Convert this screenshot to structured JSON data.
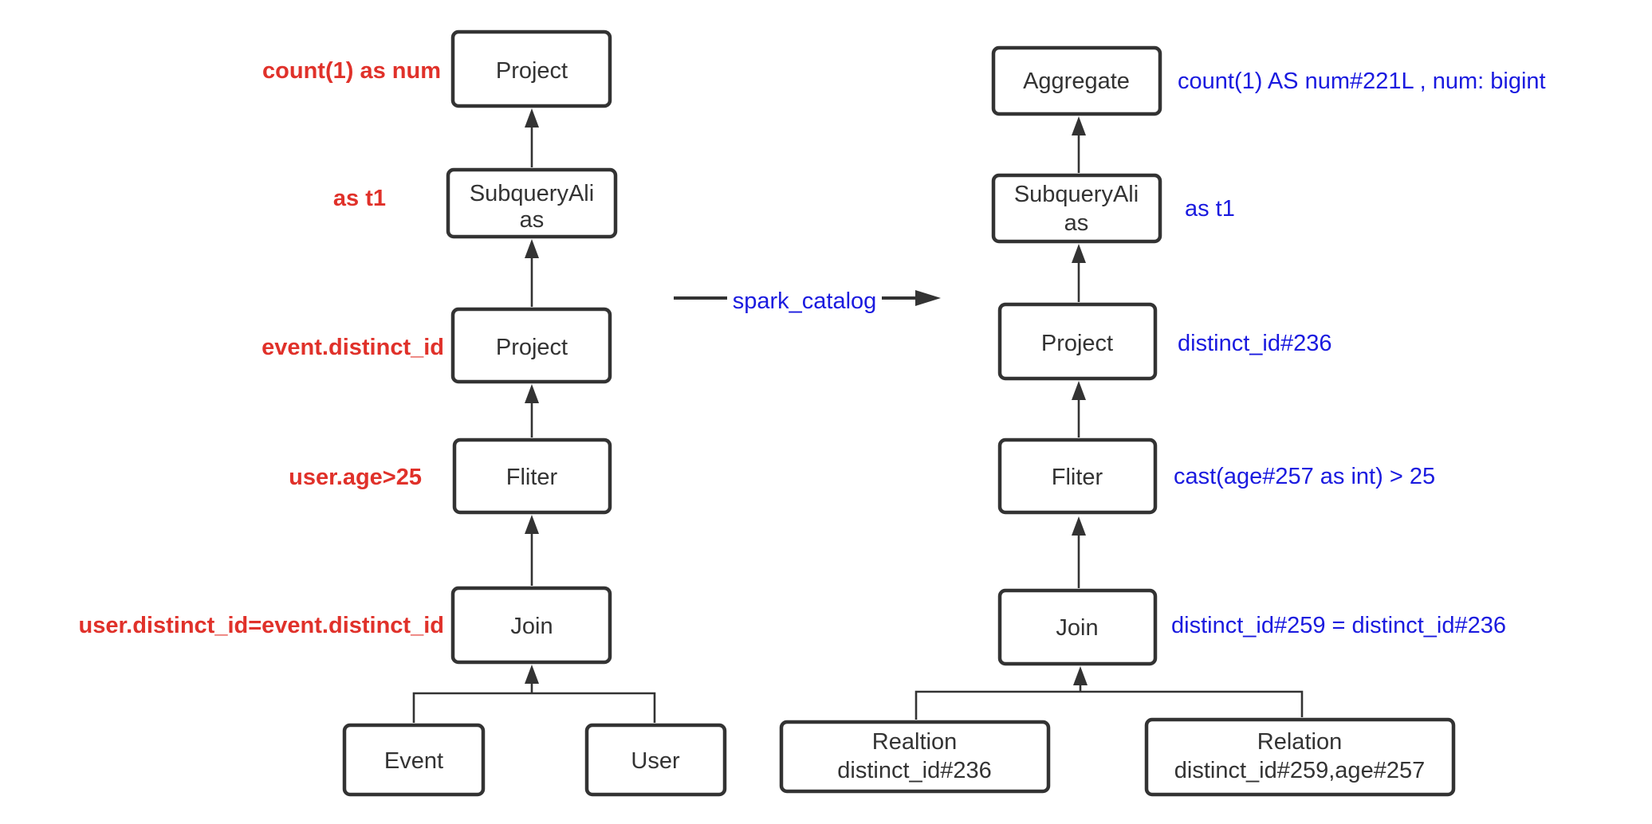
{
  "left_tree": {
    "nodes": {
      "project_top": "Project",
      "subquery_line1": "SubqueryAli",
      "subquery_line2": "as",
      "project_mid": "Project",
      "filter": "Fliter",
      "join": "Join",
      "event": "Event",
      "user": "User"
    },
    "annotations": {
      "project_top": "count(1) as num",
      "subquery": "as t1",
      "project_mid": "event.distinct_id",
      "filter": "user.age>25",
      "join": "user.distinct_id=event.distinct_id"
    }
  },
  "transform_arrow": {
    "label": "spark_catalog"
  },
  "right_tree": {
    "nodes": {
      "aggregate": "Aggregate",
      "subquery_line1": "SubqueryAli",
      "subquery_line2": "as",
      "project": "Project",
      "filter": "Fliter",
      "join": "Join",
      "relation_left_line1": "Realtion",
      "relation_left_line2": "distinct_id#236",
      "relation_right_line1": "Relation",
      "relation_right_line2": "distinct_id#259,age#257"
    },
    "annotations": {
      "aggregate": "count(1) AS num#221L , num: bigint",
      "subquery": "as t1",
      "project": "distinct_id#236",
      "filter": "cast(age#257 as int) > 25",
      "join": "distinct_id#259 = distinct_id#236"
    }
  },
  "colors": {
    "stroke": "#333333",
    "annotation_left": "#e0312a",
    "annotation_right": "#1a1adf"
  }
}
